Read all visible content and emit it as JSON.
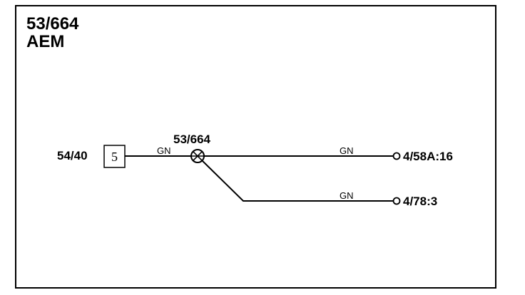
{
  "diagram": {
    "title": "53/664",
    "subtitle": "AEM",
    "left_connector": {
      "label": "54/40",
      "pin": "5"
    },
    "splice": {
      "label": "53/664"
    },
    "wires": [
      {
        "color_code": "GN",
        "segment": "connector-to-splice"
      },
      {
        "color_code": "GN",
        "segment": "splice-to-upper-terminal"
      },
      {
        "color_code": "GN",
        "segment": "splice-to-lower-terminal"
      }
    ],
    "terminals": [
      {
        "label": "4/58A:16"
      },
      {
        "label": "4/78:3"
      }
    ]
  }
}
